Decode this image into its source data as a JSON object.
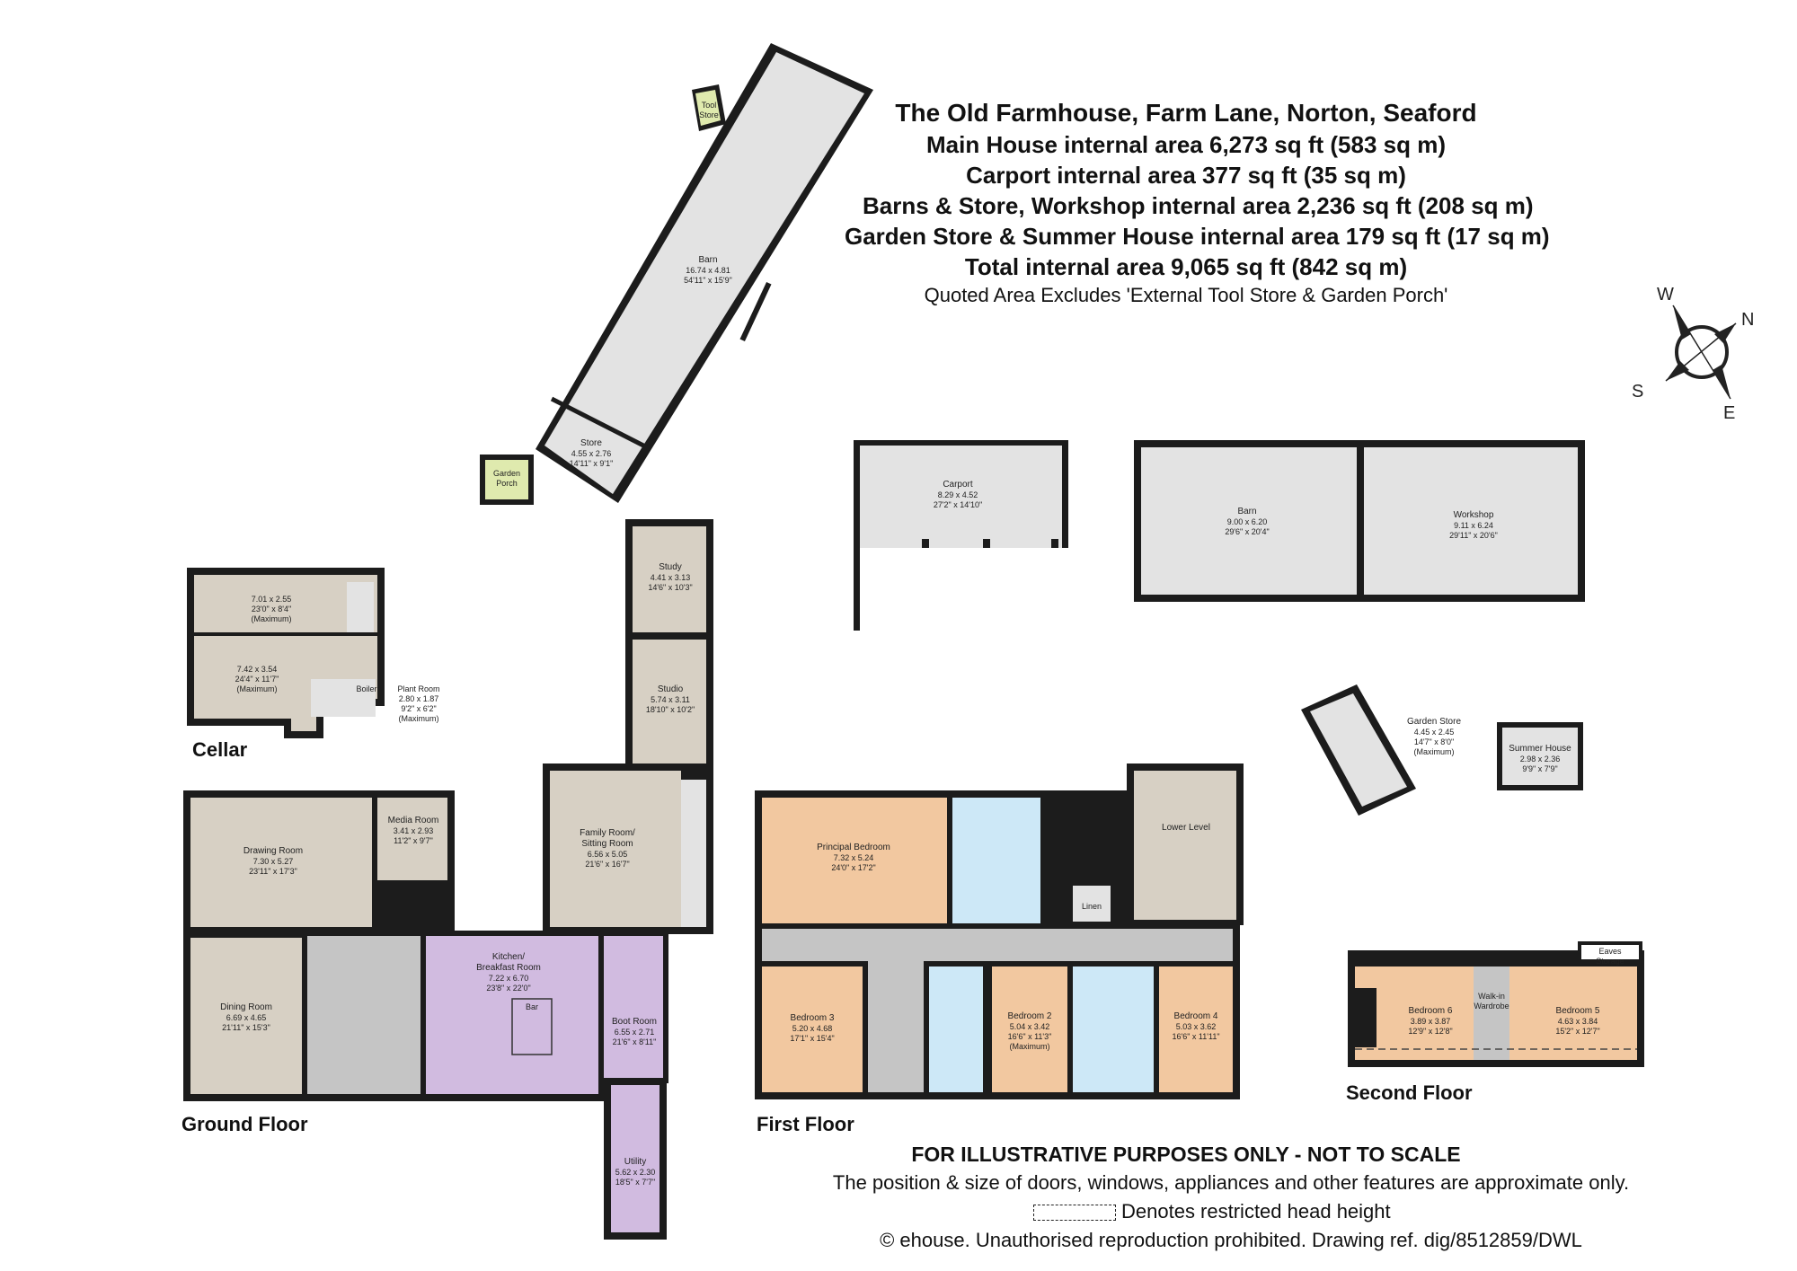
{
  "header": {
    "title": "The Old Farmhouse, Farm Lane, Norton, Seaford",
    "lines": [
      "Main House internal area 6,273 sq ft (583 sq m)",
      "Carport internal area 377 sq ft (35 sq m)",
      "Barns & Store, Workshop internal area 2,236 sq ft (208 sq m)",
      "Garden Store & Summer House internal area 179 sq ft (17 sq m)",
      "Total internal area 9,065 sq ft (842 sq m)"
    ],
    "note": "Quoted Area Excludes 'External Tool Store & Garden Porch'"
  },
  "compass": {
    "w": "W",
    "n": "N",
    "s": "S",
    "e": "E"
  },
  "floors": {
    "cellar": "Cellar",
    "ground": "Ground Floor",
    "first": "First Floor",
    "second": "Second Floor"
  },
  "rooms": {
    "barn_long": {
      "name": "Barn",
      "dims": [
        "16.74 x 4.81",
        "54'11\" x 15'9\""
      ]
    },
    "tool_store": {
      "name": [
        "Tool",
        "Store"
      ]
    },
    "store": {
      "name": "Store",
      "dims": [
        "4.55 x 2.76",
        "14'11\" x 9'1\""
      ]
    },
    "garden_porch": {
      "name": [
        "Garden",
        "Porch"
      ]
    },
    "carport": {
      "name": "Carport",
      "dims": [
        "8.29 x 4.52",
        "27'2\" x 14'10\""
      ]
    },
    "barn_2": {
      "name": "Barn",
      "dims": [
        "9.00 x 6.20",
        "29'6\" x 20'4\""
      ]
    },
    "workshop": {
      "name": "Workshop",
      "dims": [
        "9.11 x 6.24",
        "29'11\" x 20'6\""
      ]
    },
    "garden_store": {
      "name": "Garden Store",
      "dims": [
        "4.45 x 2.45",
        "14'7\" x 8'0\"",
        "(Maximum)"
      ]
    },
    "summer_house": {
      "name": "Summer House",
      "dims": [
        "2.98 x 2.36",
        "9'9\" x 7'9\""
      ]
    },
    "cellar_top": {
      "dims": [
        "7.01 x 2.55",
        "23'0\" x 8'4\"",
        "(Maximum)"
      ]
    },
    "cellar_bottom": {
      "dims": [
        "7.42 x 3.54",
        "24'4\" x 11'7\"",
        "(Maximum)"
      ]
    },
    "boiler": {
      "name": "Boiler"
    },
    "plant_room": {
      "name": "Plant Room",
      "dims": [
        "2.80 x 1.87",
        "9'2\" x 6'2\"",
        "(Maximum)"
      ]
    },
    "study": {
      "name": "Study",
      "dims": [
        "4.41 x 3.13",
        "14'6\" x 10'3\""
      ]
    },
    "studio": {
      "name": "Studio",
      "dims": [
        "5.74 x 3.11",
        "18'10\" x 10'2\""
      ]
    },
    "family_room": {
      "name": [
        "Family Room/",
        "Sitting Room"
      ],
      "dims": [
        "6.56 x 5.05",
        "21'6\" x 16'7\""
      ]
    },
    "drawing_room": {
      "name": "Drawing Room",
      "dims": [
        "7.30 x 5.27",
        "23'11\" x 17'3\""
      ]
    },
    "media_room": {
      "name": "Media Room",
      "dims": [
        "3.41 x 2.93",
        "11'2\" x 9'7\""
      ]
    },
    "kitchen": {
      "name": [
        "Kitchen/",
        "Breakfast Room"
      ],
      "dims": [
        "7.22 x 6.70",
        "23'8\" x 22'0\""
      ]
    },
    "bar": {
      "name": "Bar"
    },
    "dining_room": {
      "name": "Dining Room",
      "dims": [
        "6.69 x 4.65",
        "21'11\" x 15'3\""
      ]
    },
    "boot_room": {
      "name": "Boot Room",
      "dims": [
        "6.55 x 2.71",
        "21'6\" x 8'11\""
      ]
    },
    "utility": {
      "name": "Utility",
      "dims": [
        "5.62 x 2.30",
        "18'5\" x 7'7\""
      ]
    },
    "principal_bedroom": {
      "name": "Principal Bedroom",
      "dims": [
        "7.32 x 5.24",
        "24'0\" x 17'2\""
      ]
    },
    "lower_level": {
      "name": "Lower Level"
    },
    "linen": {
      "name": "Linen"
    },
    "bedroom_3": {
      "name": "Bedroom 3",
      "dims": [
        "5.20 x 4.68",
        "17'1\" x 15'4\""
      ]
    },
    "bedroom_2": {
      "name": "Bedroom 2",
      "dims": [
        "5.04 x 3.42",
        "16'6\" x 11'3\"",
        "(Maximum)"
      ]
    },
    "bedroom_4": {
      "name": "Bedroom 4",
      "dims": [
        "5.03 x 3.62",
        "16'6\" x 11'11\""
      ]
    },
    "bedroom_6": {
      "name": "Bedroom 6",
      "dims": [
        "3.89 x 3.87",
        "12'9\" x 12'8\""
      ]
    },
    "walk_in_wardrobe": {
      "name": [
        "Walk-in",
        "Wardrobe"
      ]
    },
    "bedroom_5": {
      "name": "Bedroom 5",
      "dims": [
        "4.63 x 3.84",
        "15'2\" x 12'7\""
      ]
    },
    "eaves_storage": {
      "name": [
        "Eaves",
        "Storage"
      ]
    }
  },
  "footer": {
    "line1": "FOR ILLUSTRATIVE PURPOSES ONLY - NOT TO SCALE",
    "line2": "The position & size of doors, windows, appliances and other features are approximate only.",
    "line3": "Denotes restricted head height",
    "line4": "© ehouse. Unauthorised reproduction prohibited. Drawing ref. dig/8512859/DWL"
  }
}
